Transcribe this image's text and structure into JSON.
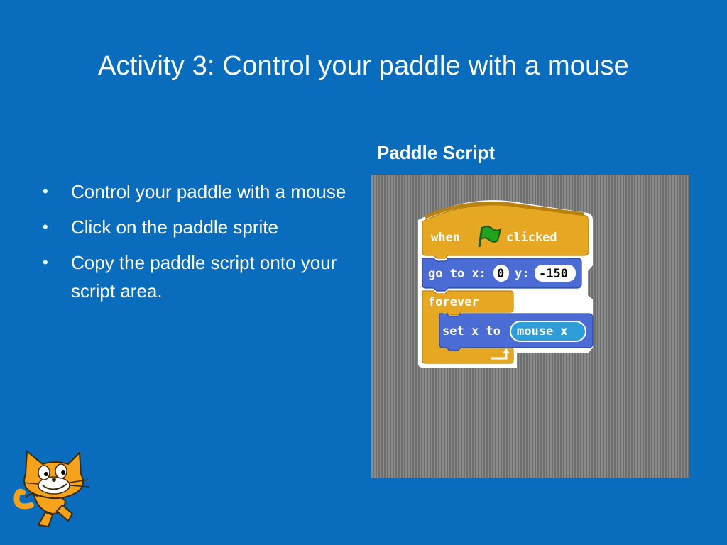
{
  "slide": {
    "title": "Activity 3: Control your paddle with a mouse",
    "bullets": [
      "Control your paddle with a mouse",
      "Click on the paddle sprite",
      "Copy the paddle script onto your script area."
    ],
    "bullet_glyph": "•"
  },
  "script_panel": {
    "heading": "Paddle Script",
    "hat_block": {
      "when": "when",
      "clicked": "clicked",
      "icon": "green-flag-icon"
    },
    "goto_block": {
      "label_x": "go to x:",
      "x_value": "0",
      "label_y": "y:",
      "y_value": "-150"
    },
    "forever_block": {
      "label": "forever",
      "loop_icon": "loop-arrow-icon"
    },
    "setx_block": {
      "label": "set x to",
      "reporter": "mouse x"
    }
  },
  "decoration": {
    "mascot": "scratch-cat-icon"
  },
  "colors": {
    "background": "#0a6cbd",
    "script_area": "#7a7a7a",
    "control_block": "#e6a822",
    "motion_block": "#4a6cd4",
    "sensing_reporter": "#2f9ed8",
    "flag_green": "#22a31d"
  }
}
